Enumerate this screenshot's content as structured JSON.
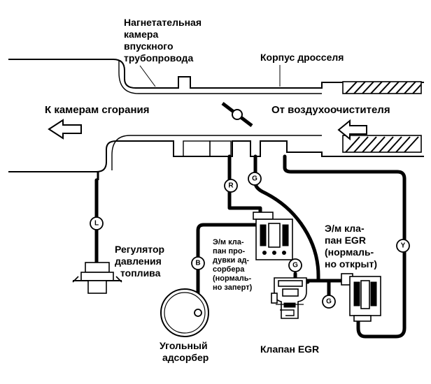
{
  "labels": {
    "plenum_line1": "Нагнетательная",
    "plenum_line2": "камера",
    "plenum_line3": "впускного",
    "plenum_line4": "трубопровода",
    "throttle_body": "Корпус дросселя",
    "to_combustion": "К камерам сгорания",
    "from_air_cleaner": "От воздухоочистителя",
    "regulator_line1": "Регулятор",
    "regulator_line2": "давления",
    "regulator_line3": "топлива",
    "purge_line1": "Э/м кла-",
    "purge_line2": "пан про-",
    "purge_line3": "дувки ад-",
    "purge_line4": "сорбера",
    "purge_line5": "(нормаль-",
    "purge_line6": "но заперт)",
    "egr_sol_line1": "Э/м кла-",
    "egr_sol_line2": "пан EGR",
    "egr_sol_line3": "(нормаль-",
    "egr_sol_line4": "но открыт)",
    "canister_line1": "Угольный",
    "canister_line2": "адсорбер",
    "egr_valve": "Клапан EGR"
  },
  "hoses": {
    "L": "L",
    "R": "R",
    "G": "G",
    "B": "B",
    "Y": "Y"
  }
}
